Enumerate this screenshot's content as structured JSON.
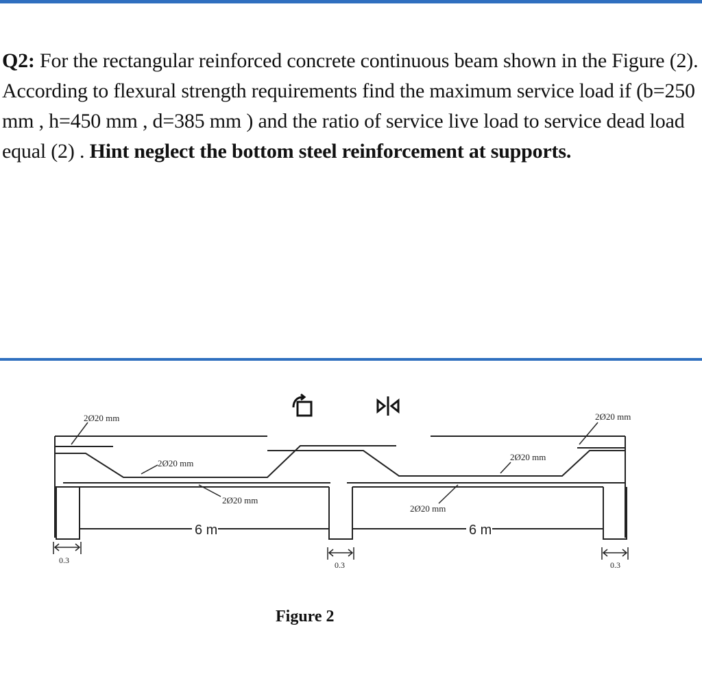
{
  "question": {
    "label": "Q2:",
    "text": "For the rectangular reinforced concrete continuous beam shown in the Figure (2). According to flexural strength requirements find the maximum service load if (b=250 mm , h=450 mm , d=385 mm ) and the ratio of service live load to service dead load equal (2) .",
    "hint": "Hint neglect the bottom steel reinforcement at supports."
  },
  "figure": {
    "caption": "Figure 2",
    "rebar_labels": {
      "top_left": "2Ø20 mm",
      "bent_left": "2Ø20 mm",
      "bottom_left": "2Ø20 mm",
      "bottom_right": "2Ø20 mm",
      "bent_right": "2Ø20 mm",
      "top_right": "2Ø20 mm"
    },
    "spans": {
      "left": "6 m",
      "right": "6 m"
    },
    "supports": {
      "left": "0.3",
      "middle": "0.3",
      "right": "0.3"
    }
  },
  "toolbar": {
    "icons": [
      "rotate-crop-icon",
      "flip-horizontal-icon"
    ]
  }
}
